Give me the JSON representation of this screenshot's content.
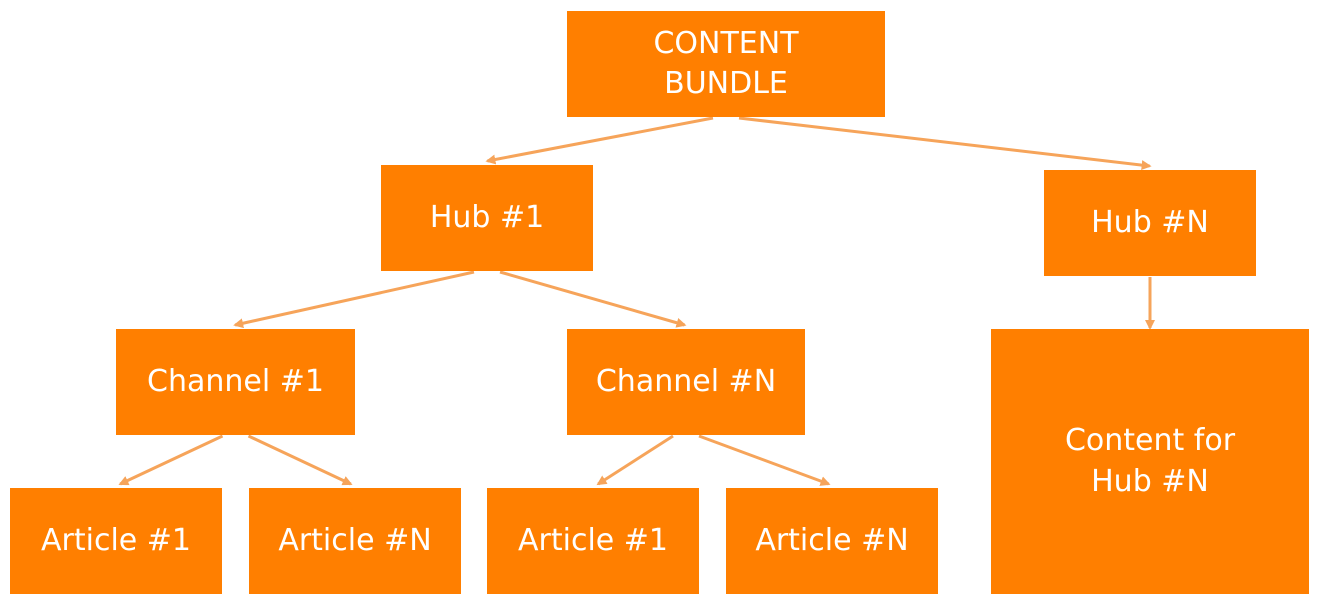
{
  "diagram": {
    "colors": {
      "node_fill": "#ff7f00",
      "node_text": "#ffffff",
      "connector": "#f6a45a"
    },
    "nodes": {
      "root": "CONTENT\nBUNDLE",
      "hub_1": "Hub #1",
      "hub_n": "Hub #N",
      "channel_1": "Channel #1",
      "channel_n": "Channel #N",
      "hub_n_content": "Content for\nHub #N",
      "channel_1_article_1": "Article #1",
      "channel_1_article_n": "Article #N",
      "channel_n_article_1": "Article #1",
      "channel_n_article_n": "Article #N"
    },
    "edges": [
      {
        "from": "root",
        "to": "hub_1"
      },
      {
        "from": "root",
        "to": "hub_n"
      },
      {
        "from": "hub_1",
        "to": "channel_1"
      },
      {
        "from": "hub_1",
        "to": "channel_n"
      },
      {
        "from": "hub_n",
        "to": "hub_n_content"
      },
      {
        "from": "channel_1",
        "to": "channel_1_article_1"
      },
      {
        "from": "channel_1",
        "to": "channel_1_article_n"
      },
      {
        "from": "channel_n",
        "to": "channel_n_article_1"
      },
      {
        "from": "channel_n",
        "to": "channel_n_article_n"
      }
    ]
  }
}
